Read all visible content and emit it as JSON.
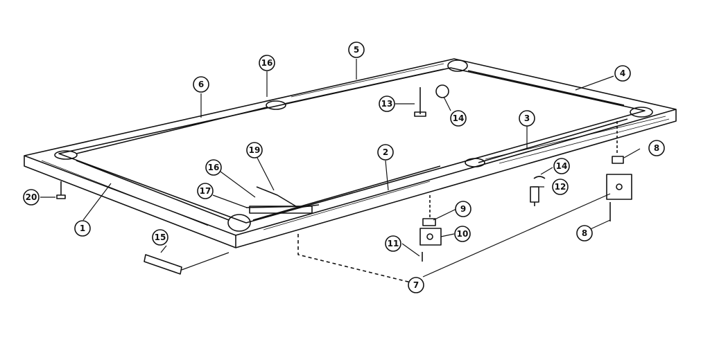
{
  "diagram": {
    "style": {
      "ink": "#111111",
      "background": "#ffffff"
    },
    "callouts": [
      {
        "id": "c1",
        "label": "1"
      },
      {
        "id": "c2",
        "label": "2"
      },
      {
        "id": "c3",
        "label": "3"
      },
      {
        "id": "c4",
        "label": "4"
      },
      {
        "id": "c5",
        "label": "5"
      },
      {
        "id": "c6",
        "label": "6"
      },
      {
        "id": "c7",
        "label": "7"
      },
      {
        "id": "c8a",
        "label": "8"
      },
      {
        "id": "c8b",
        "label": "8"
      },
      {
        "id": "c9",
        "label": "9"
      },
      {
        "id": "c10",
        "label": "10"
      },
      {
        "id": "c11",
        "label": "11"
      },
      {
        "id": "c12",
        "label": "12"
      },
      {
        "id": "c13",
        "label": "13"
      },
      {
        "id": "c14a",
        "label": "14"
      },
      {
        "id": "c14b",
        "label": "14"
      },
      {
        "id": "c15",
        "label": "15"
      },
      {
        "id": "c16a",
        "label": "16"
      },
      {
        "id": "c16b",
        "label": "16"
      },
      {
        "id": "c17",
        "label": "17"
      },
      {
        "id": "c19",
        "label": "19"
      },
      {
        "id": "c20",
        "label": "20"
      }
    ]
  }
}
